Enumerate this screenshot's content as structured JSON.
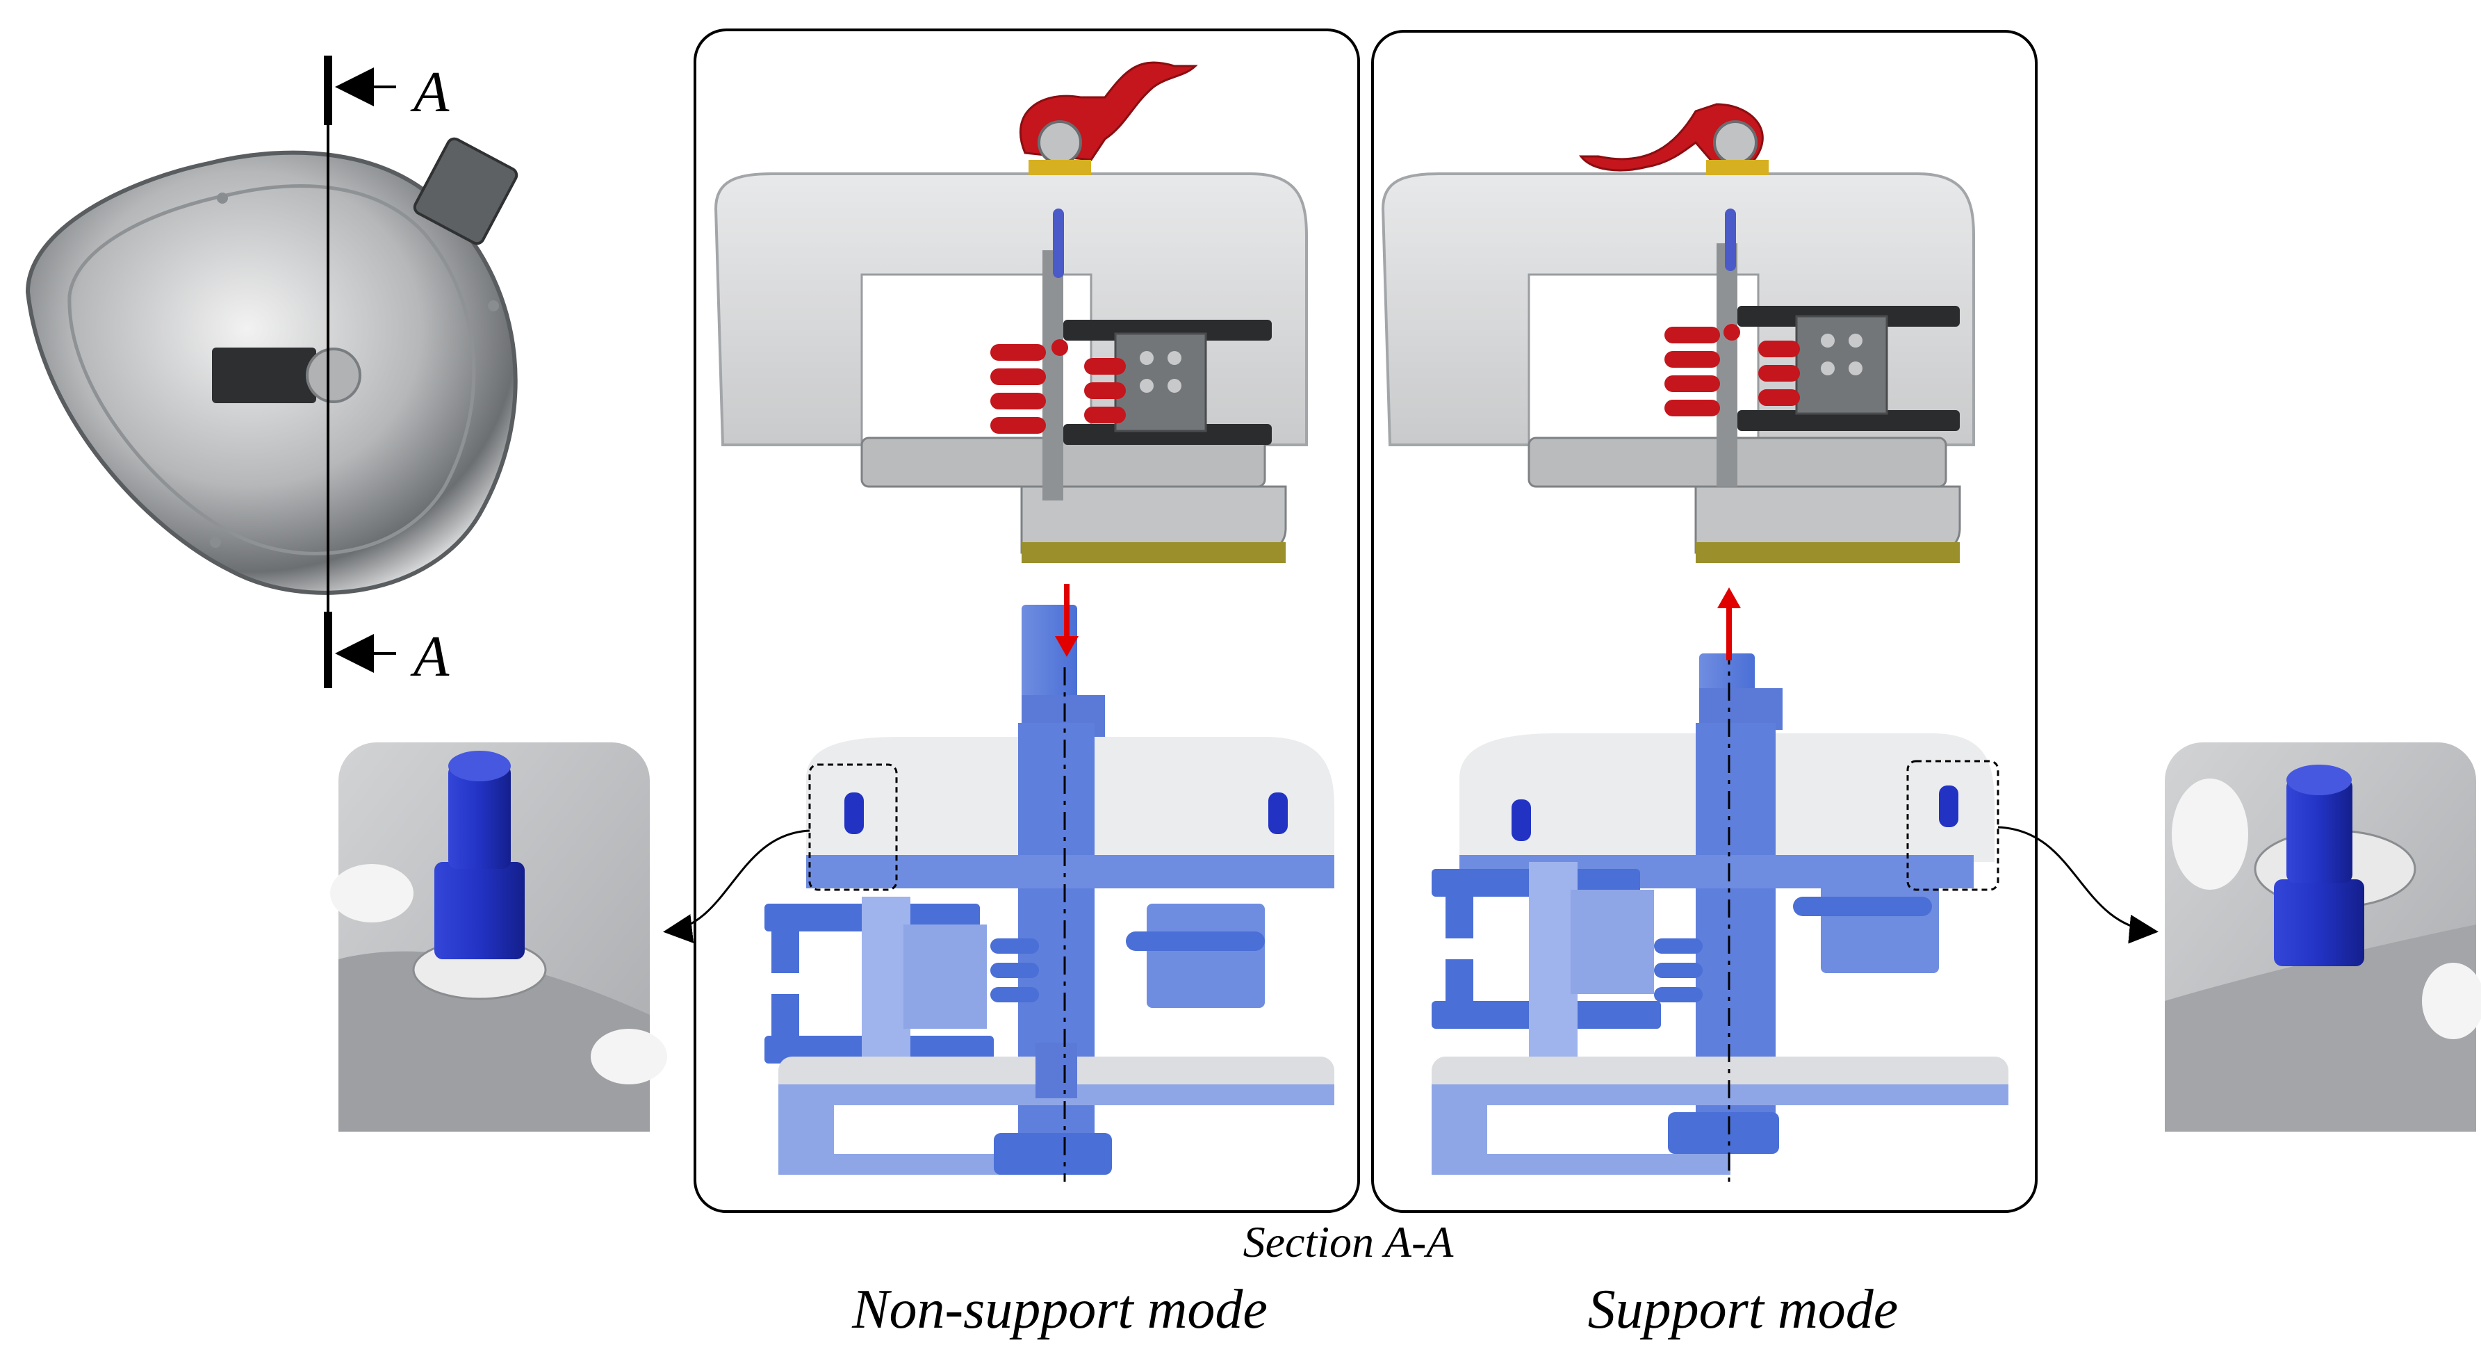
{
  "section_marks": {
    "top": "A",
    "bottom": "A"
  },
  "section_caption": "Section A-A",
  "captions": {
    "left": "Non-support mode",
    "right": "Support mode"
  },
  "colors": {
    "housing": "#c9cbcd",
    "housing_edge": "#8a8d90",
    "lever": "#c4161c",
    "spring": "#c4161c",
    "section_blue": "#4a6fd6",
    "section_blue_light": "#8fa6e6",
    "pin_blue": "#1f2fbf",
    "dark_bar": "#2a2c2e",
    "olive": "#9a8f2a",
    "arrow": "#e00000"
  },
  "icons": {
    "down_arrow": "arrow-down-icon",
    "up_arrow": "arrow-up-icon"
  }
}
